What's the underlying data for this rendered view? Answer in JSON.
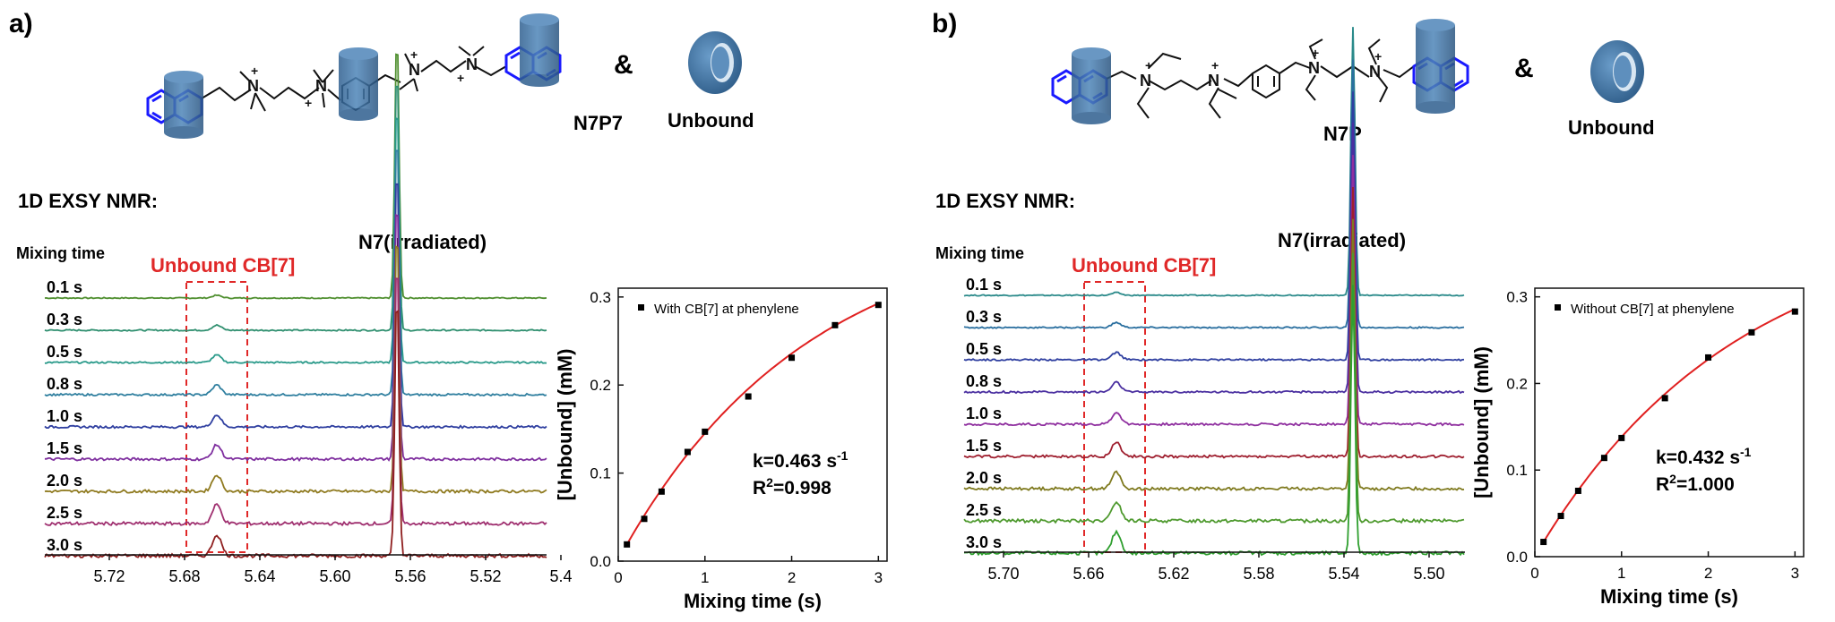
{
  "panels": [
    {
      "panel_label": "a)",
      "molecule_label": "N7P7",
      "ampersand": "&",
      "unbound_label": "Unbound",
      "exsy_title": "1D EXSY NMR:",
      "mixing_time_title": "Mixing time",
      "unbound_region_label": "Unbound CB[7]",
      "irradiated_label": "N7(irradiated)",
      "mixing_times": [
        "0.1 s",
        "0.3 s",
        "0.5 s",
        "0.8 s",
        "1.0 s",
        "1.5 s",
        "2.0 s",
        "2.5 s",
        "3.0 s"
      ],
      "trace_colors": [
        "#4f8f2f",
        "#2f8f6f",
        "#2a9a8a",
        "#2f7f9f",
        "#2f3fa0",
        "#7f2f9f",
        "#8f7a1f",
        "#9f2f6f",
        "#8f1f1f"
      ],
      "ppm_ticks": [
        "5.72",
        "5.68",
        "5.64",
        "5.60",
        "5.56",
        "5.52",
        "5.4"
      ],
      "k_text": "k=0.463 s",
      "k_sup": "-1",
      "r2_text": "R",
      "r2_sup": "2",
      "r2_value": "=0.998",
      "chart_data": {
        "type": "scatter",
        "title": "",
        "xlabel": "Mixing time (s)",
        "ylabel": "[Unbound] (mM)",
        "xlim": [
          0,
          3.1
        ],
        "ylim": [
          0,
          0.31
        ],
        "xticks": [
          "0",
          "1",
          "2",
          "3"
        ],
        "yticks": [
          "0.0",
          "0.1",
          "0.2",
          "0.3"
        ],
        "legend": "top-left",
        "series": [
          {
            "name": "With CB[7] at phenylene",
            "marker": "square",
            "color": "#000000",
            "x": [
              0.1,
              0.3,
              0.5,
              0.8,
              1.0,
              1.5,
              2.0,
              2.5,
              3.0
            ],
            "y": [
              0.019,
              0.048,
              0.079,
              0.124,
              0.147,
              0.187,
              0.231,
              0.268,
              0.291
            ]
          },
          {
            "name": "",
            "type": "line",
            "color": "#e02020",
            "fit": "exponential",
            "k": 0.463,
            "plateau": 0.388,
            "x0": 0.1,
            "x1": 3.0
          }
        ]
      }
    },
    {
      "panel_label": "b)",
      "molecule_label": "N7P",
      "ampersand": "&",
      "unbound_label": "Unbound",
      "exsy_title": "1D EXSY NMR:",
      "mixing_time_title": "Mixing time",
      "unbound_region_label": "Unbound CB[7]",
      "irradiated_label": "N7(irradiated)",
      "mixing_times": [
        "0.1 s",
        "0.3 s",
        "0.5 s",
        "0.8 s",
        "1.0 s",
        "1.5 s",
        "2.0 s",
        "2.5 s",
        "3.0 s"
      ],
      "trace_colors": [
        "#2a8a8a",
        "#2a6f9f",
        "#2f3fa0",
        "#4a2fa0",
        "#8f2f9f",
        "#9f1f2f",
        "#7f7a1f",
        "#4f9a2f",
        "#2f9f2f"
      ],
      "ppm_ticks": [
        "5.70",
        "5.66",
        "5.62",
        "5.58",
        "5.54",
        "5.50"
      ],
      "k_text": "k=0.432 s",
      "k_sup": "-1",
      "r2_text": "R",
      "r2_sup": "2",
      "r2_value": "=1.000",
      "chart_data": {
        "type": "scatter",
        "title": "",
        "xlabel": "Mixing time (s)",
        "ylabel": "[Unbound] (mM)",
        "xlim": [
          0,
          3.1
        ],
        "ylim": [
          0,
          0.31
        ],
        "xticks": [
          "0",
          "1",
          "2",
          "3"
        ],
        "yticks": [
          "0.0",
          "0.1",
          "0.2",
          "0.3"
        ],
        "legend": "top-left",
        "series": [
          {
            "name": "Without CB[7] at phenylene",
            "marker": "square",
            "color": "#000000",
            "x": [
              0.1,
              0.3,
              0.5,
              0.8,
              1.0,
              1.5,
              2.0,
              2.5,
              3.0
            ],
            "y": [
              0.017,
              0.047,
              0.076,
              0.114,
              0.137,
              0.183,
              0.23,
              0.259,
              0.283
            ]
          },
          {
            "name": "",
            "type": "line",
            "color": "#e02020",
            "fit": "exponential",
            "k": 0.432,
            "plateau": 0.393,
            "x0": 0.1,
            "x1": 3.0
          }
        ]
      }
    }
  ]
}
